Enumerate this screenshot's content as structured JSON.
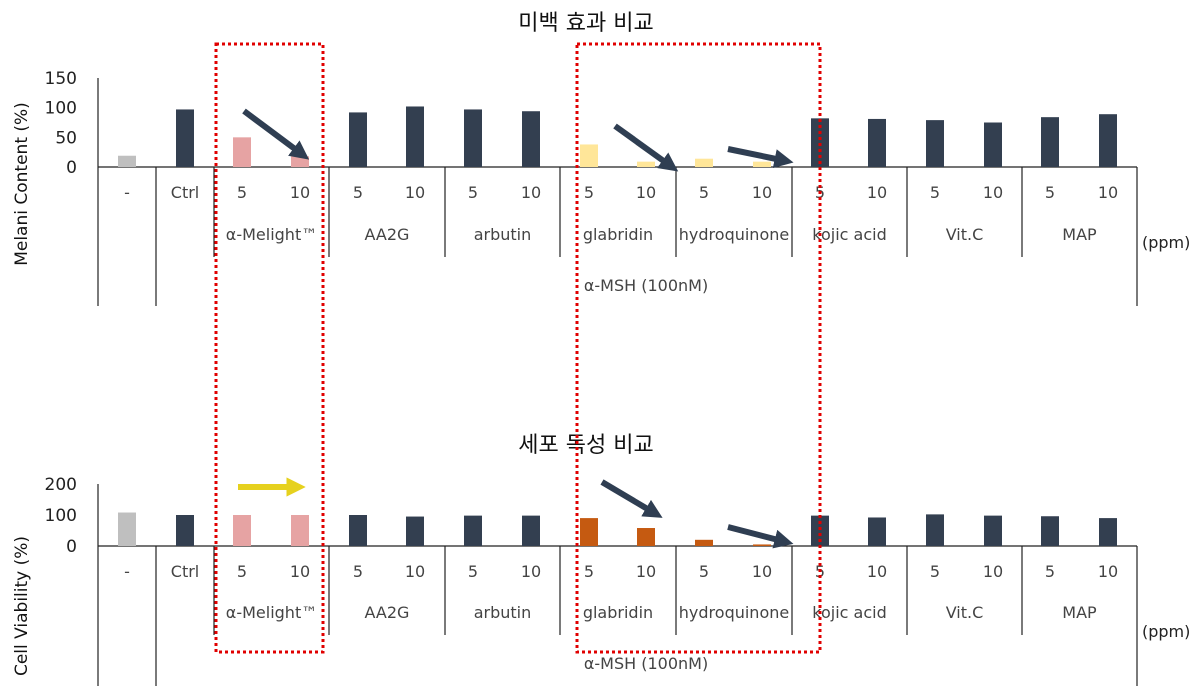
{
  "chart_data": [
    {
      "type": "bar",
      "title": "미백 효과 비교",
      "ylabel": "Melani Content (%)",
      "ylim": [
        0,
        150
      ],
      "yticks": [
        "150",
        "100",
        "50",
        "0"
      ],
      "categories": [
        "-",
        "Ctrl",
        "5",
        "10",
        "5",
        "10",
        "5",
        "10",
        "5",
        "10",
        "5",
        "10",
        "5",
        "10",
        "5",
        "10",
        "5",
        "10"
      ],
      "values": [
        19,
        97,
        50,
        18,
        92,
        102,
        97,
        94,
        38,
        9,
        14,
        9,
        82,
        81,
        79,
        75,
        84,
        89
      ],
      "colors": [
        "#bfbfbf",
        "#333f50",
        "#e6a3a3",
        "#e6a3a3",
        "#333f50",
        "#333f50",
        "#333f50",
        "#333f50",
        "#ffe699",
        "#ffe699",
        "#ffe699",
        "#ffe699",
        "#333f50",
        "#333f50",
        "#333f50",
        "#333f50",
        "#333f50",
        "#333f50"
      ],
      "groups": [
        "α-Melight™",
        "AA2G",
        "arbutin",
        "glabridin",
        "hydroquinone",
        "kojic acid",
        "Vit.C",
        "MAP"
      ],
      "treatment": "α-MSH (100nM)",
      "unit": "(ppm)"
    },
    {
      "type": "bar",
      "title": "세포 독성 비교",
      "ylabel": "Cell Viability (%)",
      "ylim": [
        0,
        200
      ],
      "yticks": [
        "200",
        "100",
        "0"
      ],
      "categories": [
        "-",
        "Ctrl",
        "5",
        "10",
        "5",
        "10",
        "5",
        "10",
        "5",
        "10",
        "5",
        "10",
        "5",
        "10",
        "5",
        "10",
        "5",
        "10"
      ],
      "values": [
        108,
        100,
        100,
        100,
        100,
        95,
        98,
        98,
        90,
        58,
        20,
        5,
        98,
        92,
        102,
        98,
        96,
        90
      ],
      "colors": [
        "#bfbfbf",
        "#333f50",
        "#e6a3a3",
        "#e6a3a3",
        "#333f50",
        "#333f50",
        "#333f50",
        "#333f50",
        "#c55a11",
        "#c55a11",
        "#c55a11",
        "#c55a11",
        "#333f50",
        "#333f50",
        "#333f50",
        "#333f50",
        "#333f50",
        "#333f50"
      ],
      "groups": [
        "α-Melight™",
        "AA2G",
        "arbutin",
        "glabridin",
        "hydroquinone",
        "kojic acid",
        "Vit.C",
        "MAP"
      ],
      "treatment": "α-MSH (100nM)",
      "unit": "(ppm)"
    }
  ],
  "annotations": {
    "highlight_color": "#e00000",
    "arrow_dark": "#2f3e52",
    "arrow_yellow": "#e6d11e"
  }
}
